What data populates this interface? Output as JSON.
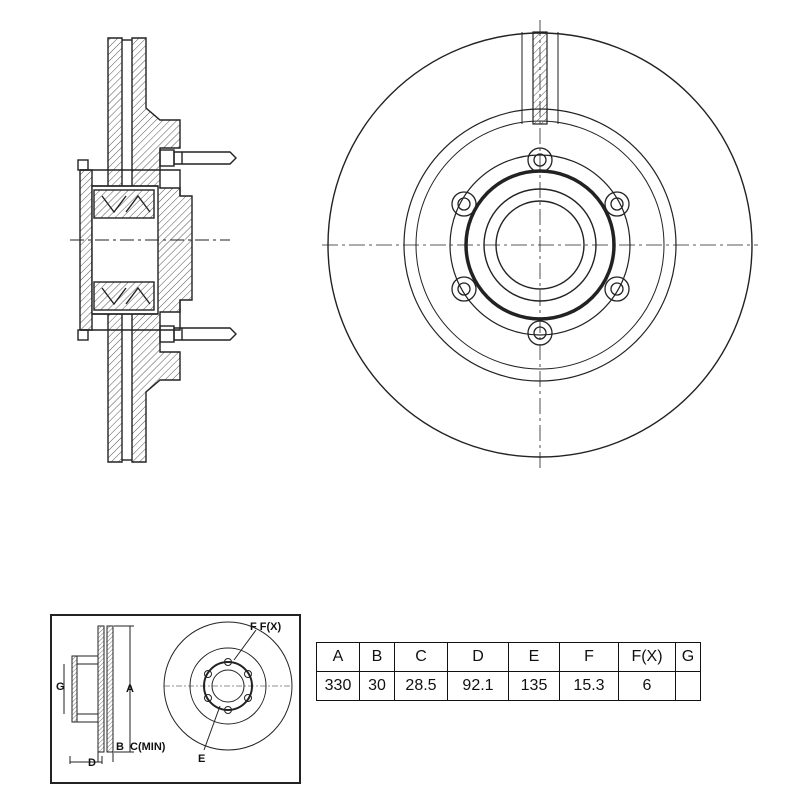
{
  "legend": {
    "labels": {
      "f_fx": "F F(X)",
      "g": "G",
      "a": "A",
      "b": "B",
      "c_min": "C(MIN)",
      "d": "D",
      "e": "E"
    }
  },
  "table": {
    "headers": [
      "A",
      "B",
      "C",
      "D",
      "E",
      "F",
      "F(X)",
      "G"
    ],
    "values": [
      "330",
      "30",
      "28.5",
      "92.1",
      "135",
      "15.3",
      "6",
      ""
    ]
  },
  "colors": {
    "line": "#222222",
    "hatch": "#555555",
    "background": "#ffffff"
  }
}
